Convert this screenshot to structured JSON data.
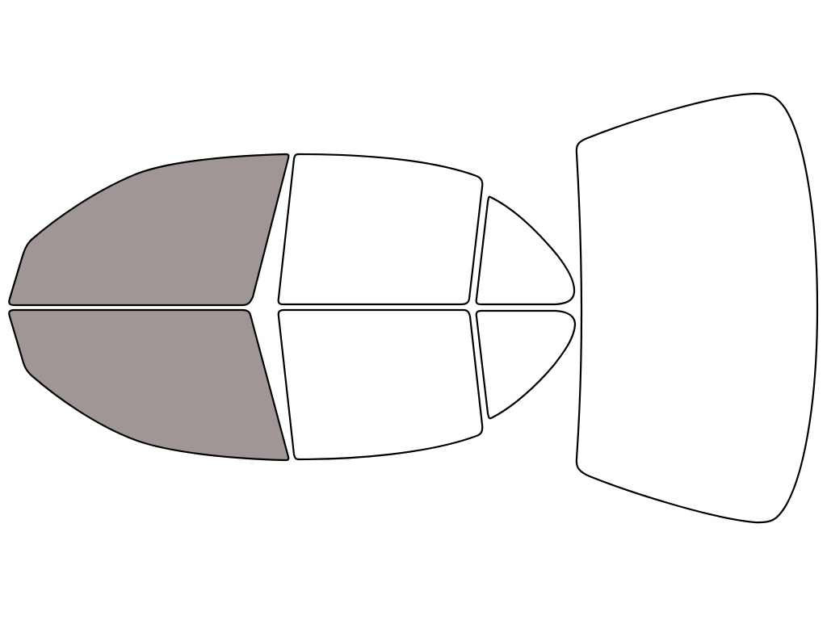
{
  "diagram": {
    "outline_color": "#000000",
    "panels": [
      {
        "id": "front-upper-left-window",
        "selected": true
      },
      {
        "id": "front-lower-left-window",
        "selected": true
      },
      {
        "id": "rear-upper-door-window",
        "selected": false
      },
      {
        "id": "rear-lower-door-window",
        "selected": false
      },
      {
        "id": "rear-upper-quarter-window",
        "selected": false
      },
      {
        "id": "rear-lower-quarter-window",
        "selected": false
      },
      {
        "id": "rear-windshield",
        "selected": false
      }
    ],
    "colors": {
      "selected_fill": "#a09696",
      "unselected_fill": "#ffffff"
    }
  }
}
